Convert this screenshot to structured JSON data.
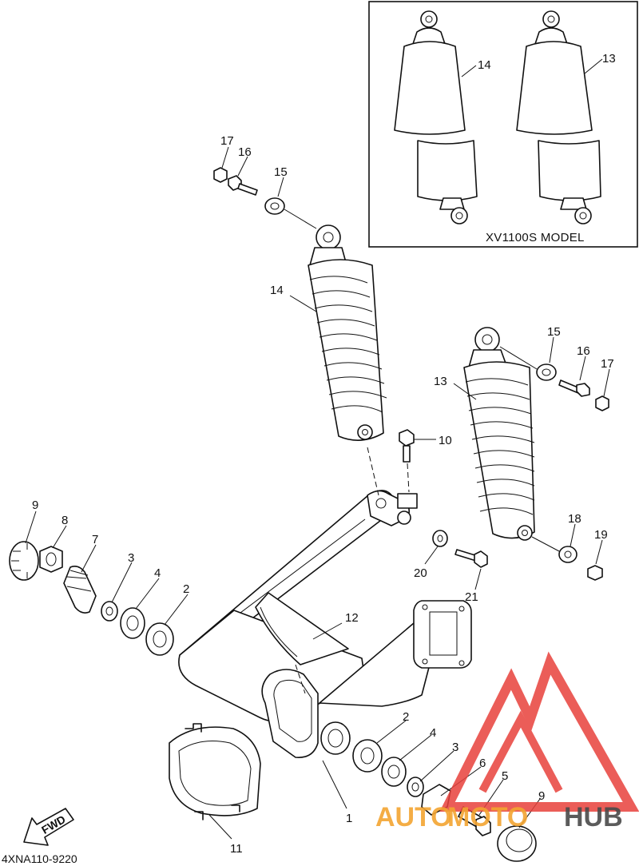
{
  "diagram": {
    "inset_label": "XV1100S MODEL",
    "part_code": "4XNA110-9220",
    "fwd_label": "FWD",
    "callouts": {
      "c1": "1",
      "c2a": "2",
      "c2b": "2",
      "c3a": "3",
      "c3b": "3",
      "c4a": "4",
      "c4b": "4",
      "c5": "5",
      "c6": "6",
      "c7": "7",
      "c8": "8",
      "c9a": "9",
      "c9b": "9",
      "c10": "10",
      "c11": "11",
      "c12": "12",
      "c13": "13",
      "c13i": "13",
      "c14": "14",
      "c14i": "14",
      "c15a": "15",
      "c15b": "15",
      "c16a": "16",
      "c16b": "16",
      "c17a": "17",
      "c17b": "17",
      "c18": "18",
      "c19": "19",
      "c20": "20",
      "c21": "21"
    }
  },
  "watermark": {
    "text_a": "AUTO",
    "text_b": "MOTO",
    "text_c": "HUB",
    "color_logo": "#e8413c",
    "color_orange": "#f3a531",
    "color_gray": "#4a4a4a"
  }
}
